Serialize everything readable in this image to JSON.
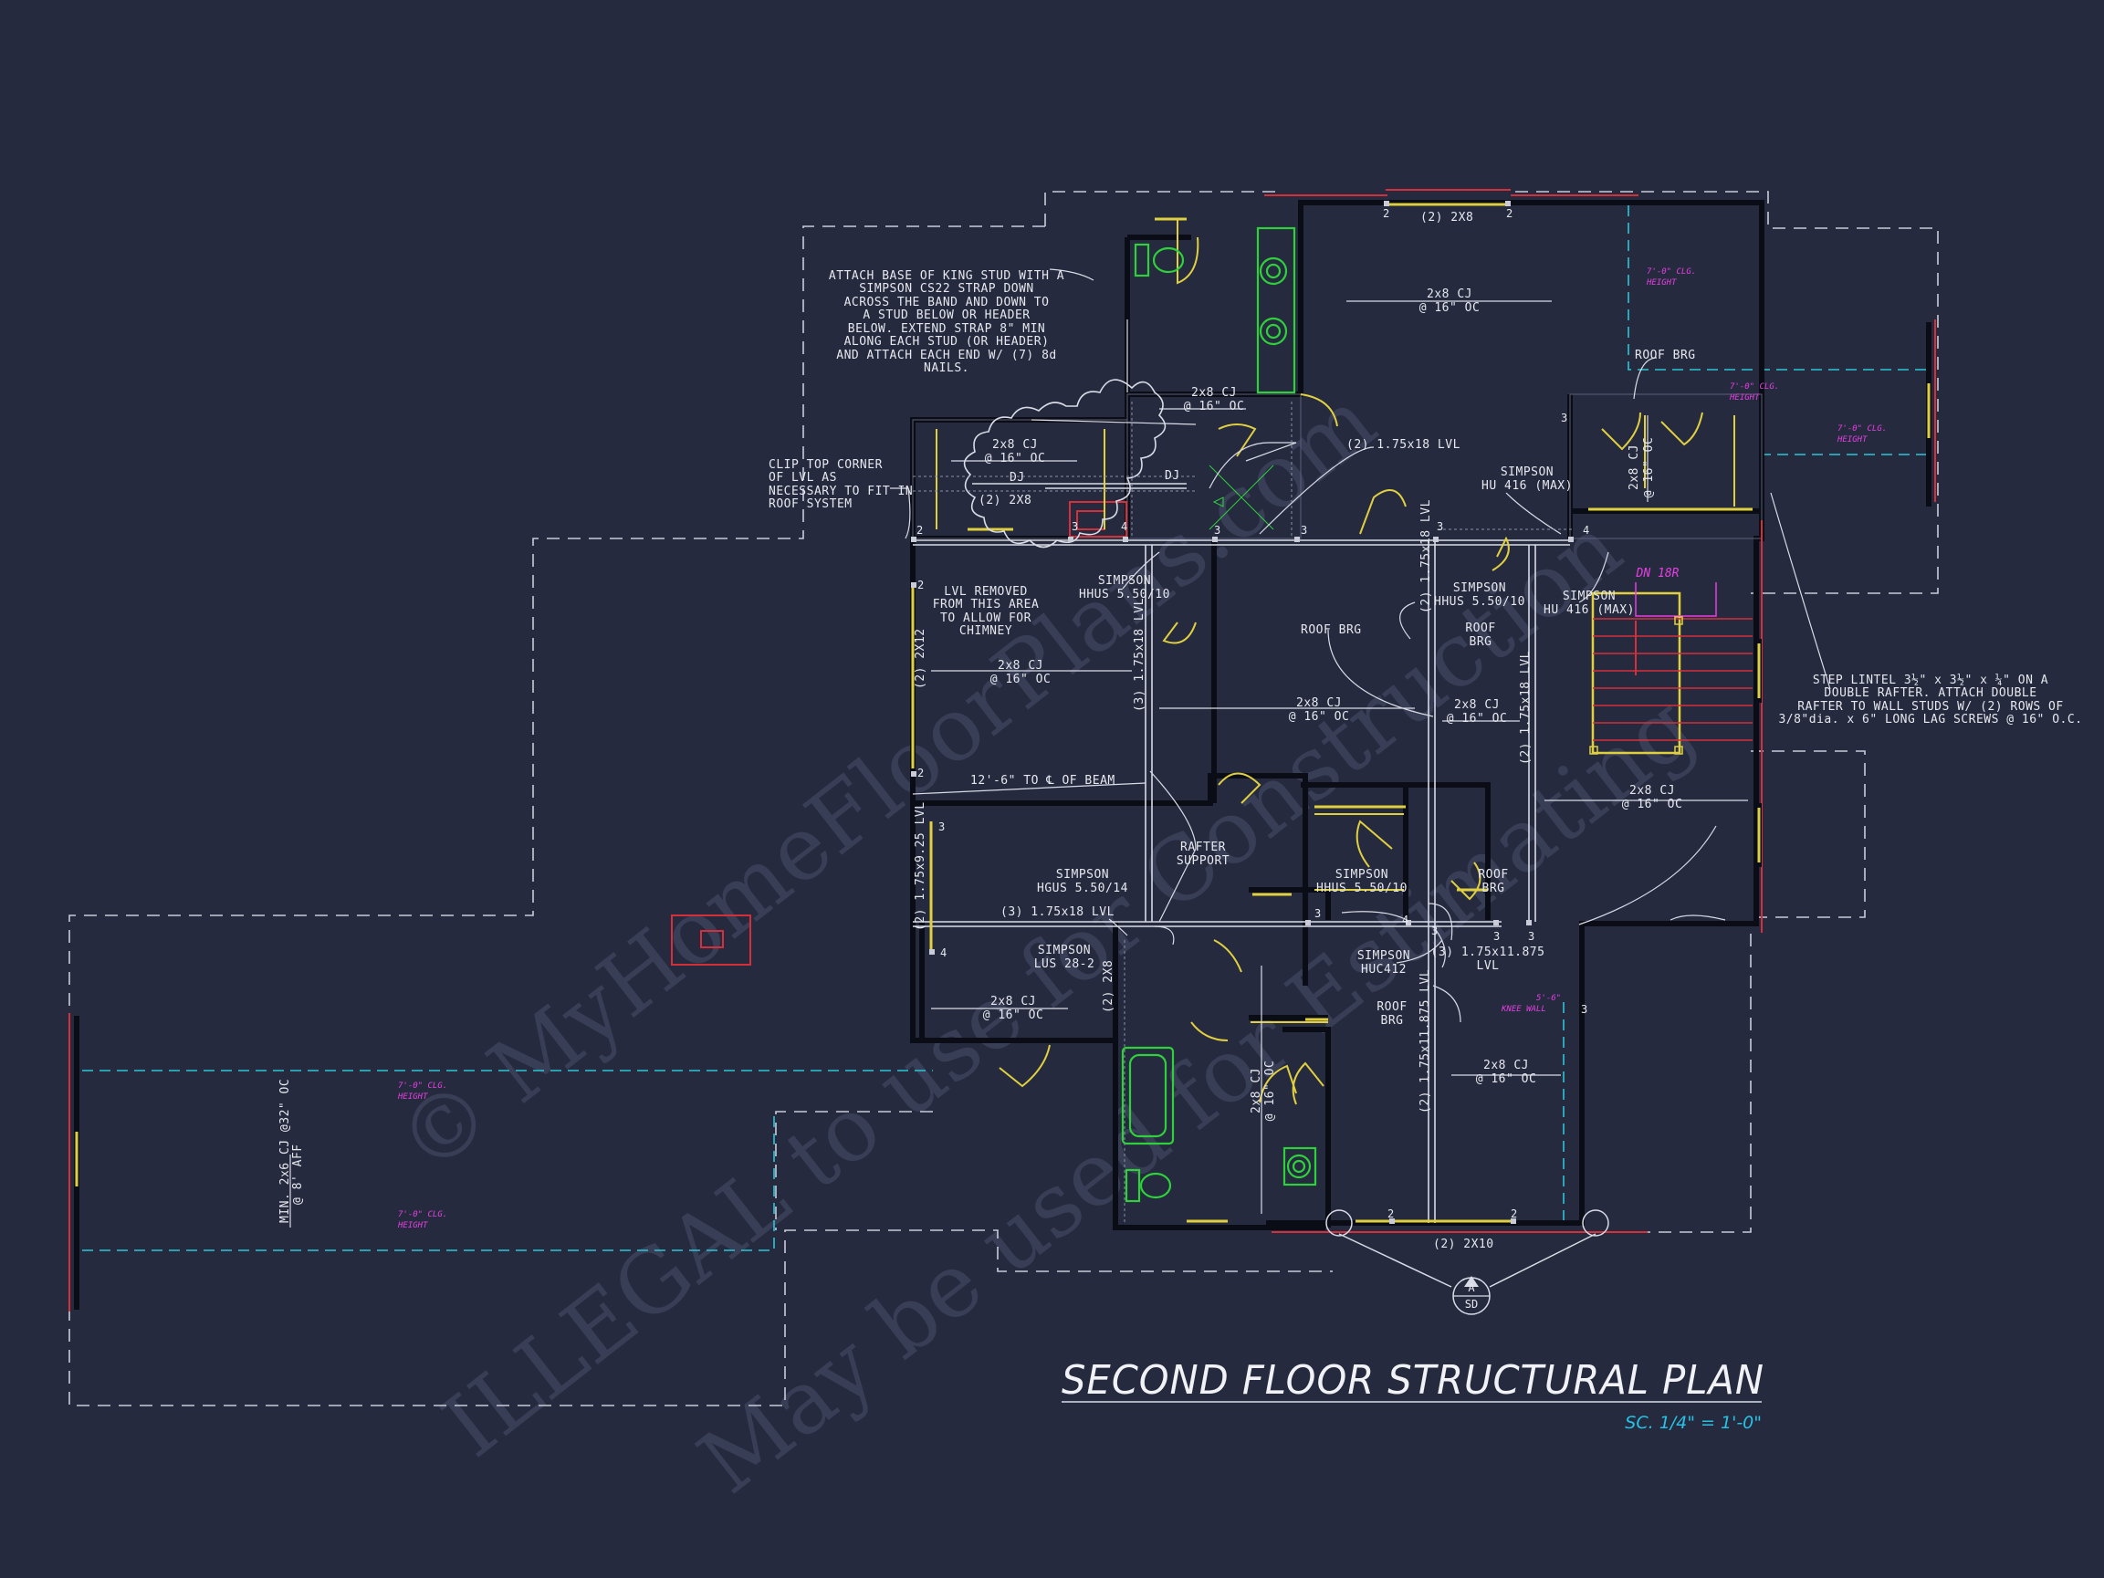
{
  "title": "SECOND FLOOR STRUCTURAL PLAN",
  "scale": "SC. 1/4\" = 1'-0\"",
  "watermark": {
    "line1": "© MyHomeFloorPlans.com",
    "line2": "ILLEGAL to use for Construction",
    "line3": "May be used for Estimating"
  },
  "colors": {
    "background": "#262a3f",
    "wall": "#0b0d16",
    "line": "#d9dce6",
    "dashed_outline": "#c9ccd8",
    "ceiling_line": "#2bc6d6",
    "header": "#e0d040",
    "red": "#d4303c",
    "fixture": "#2fd13b",
    "magenta": "#e540e0"
  },
  "notes": {
    "king_stud": [
      "ATTACH BASE OF KING STUD WITH A",
      "SIMPSON CS22 STRAP DOWN",
      "ACROSS THE BAND AND DOWN TO",
      "A STUD BELOW OR HEADER",
      "BELOW.  EXTEND STRAP 8\" MIN",
      "ALONG EACH STUD (OR HEADER)",
      "AND ATTACH EACH END W/ (7) 8d",
      "NAILS."
    ],
    "clip_corner": [
      "CLIP TOP CORNER",
      "OF LVL AS",
      "NECESSARY TO FIT IN",
      "ROOF SYSTEM"
    ],
    "lvl_removed": [
      "LVL REMOVED",
      "FROM THIS AREA",
      "TO ALLOW FOR",
      "CHIMNEY"
    ],
    "step_lintel": [
      "STEP LINTEL 3½\" x 3½\" x ¼\" ON A",
      "DOUBLE RAFTER.  ATTACH DOUBLE",
      "RAFTER TO WALL STUDS W/ (2) ROWS OF",
      "3/8\"dia. x 6\" LONG LAG SCREWS @ 16\" O.C."
    ],
    "simpson_hhus_1": [
      "SIMPSON",
      "HHUS 5.50/10"
    ],
    "simpson_hu416_1": [
      "SIMPSON",
      "HU 416 (MAX)"
    ],
    "simpson_hhus_2": [
      "SIMPSON",
      "HHUS 5.50/10"
    ],
    "simpson_hu416_2": [
      "SIMPSON",
      "HU 416 (MAX)"
    ],
    "simpson_hgus": [
      "SIMPSON",
      "HGUS 5.50/14"
    ],
    "simpson_hhus_3": [
      "SIMPSON",
      "HHUS 5.50/10"
    ],
    "simpson_lus": [
      "SIMPSON",
      "LUS 28-2"
    ],
    "simpson_huc": [
      "SIMPSON",
      "HUC412"
    ],
    "rafter_support": [
      "RAFTER",
      "SUPPORT"
    ],
    "roof_brg_1": "ROOF BRG",
    "roof_brg_2": "ROOF BRG",
    "roof_brg_3": [
      "ROOF",
      "BRG"
    ],
    "roof_brg_4": [
      "ROOF",
      "BRG"
    ],
    "roof_brg_5": [
      "ROOF",
      "BRG"
    ],
    "lvl_2_175x18": "(2) 1.75x18 LVL",
    "lvl_3_175x18_top": "(3) 1.75x18 LVL",
    "lvl_3_175x18_bot": "(3) 1.75x18 LVL",
    "lvl_2_175x18_v1": "(2) 1.75x18 LVL",
    "lvl_2_175x18_v2": "(2) 1.75x18 LVL",
    "lvl_3_175x1875": [
      "(3) 1.75x11.875",
      "LVL"
    ],
    "lvl_2_1875": "(2) 1.75x11.875 LVL",
    "lvl_2_925": "(2) 1.75x9.25 LVL",
    "beam_dim": "12'-6\" TO ℄ OF BEAM",
    "dj_1": "DJ",
    "dj_2": "DJ",
    "hdr_2x8_top": "(2) 2X8",
    "hdr_2x8_left": "(2) 2X8",
    "hdr_2x12": "(2) 2X12",
    "hdr_2x8_vert": "(2) 2X8",
    "hdr_2x10": "(2) 2X10",
    "dn_label": "DN 18R",
    "knee_wall": [
      "5'-6\"",
      "KNEE WALL"
    ],
    "min_cj": [
      "MIN. 2x6 CJ @32\" OC",
      "@ 8' AFF"
    ]
  },
  "joists": [
    {
      "size": "2x8 CJ",
      "spacing": "@ 16\" OC"
    },
    {
      "size": "2x8 CJ",
      "spacing": "@ 16\" OC"
    },
    {
      "size": "2x8 CJ",
      "spacing": "@ 16\" OC"
    },
    {
      "size": "2x8 CJ",
      "spacing": "@ 16\" OC"
    },
    {
      "size": "2x8 CJ",
      "spacing": "@ 16\" OC"
    },
    {
      "size": "2x8 CJ",
      "spacing": "@ 16\" OC"
    },
    {
      "size": "2x8 CJ",
      "spacing": "@ 16\" OC"
    },
    {
      "size": "2x8 CJ",
      "spacing": "@ 16\" OC"
    },
    {
      "size": "2x8 CJ",
      "spacing": "@ 16\" OC"
    },
    {
      "size": "2x8 CJ",
      "spacing": "@ 16\" OC"
    },
    {
      "size": "2x8 CJ",
      "spacing": "@ 16\" OC"
    }
  ],
  "ceiling_height_label": [
    "7'-0\" CLG.",
    "HEIGHT"
  ],
  "post_numbers": [
    "2",
    "2",
    "3",
    "4",
    "2",
    "3",
    "4",
    "3",
    "3",
    "3",
    "3",
    "4",
    "2",
    "2",
    "3",
    "4",
    "3",
    "3",
    "3",
    "3",
    "2",
    "2"
  ],
  "section_marker": {
    "letter": "A",
    "sheet": "SD"
  }
}
